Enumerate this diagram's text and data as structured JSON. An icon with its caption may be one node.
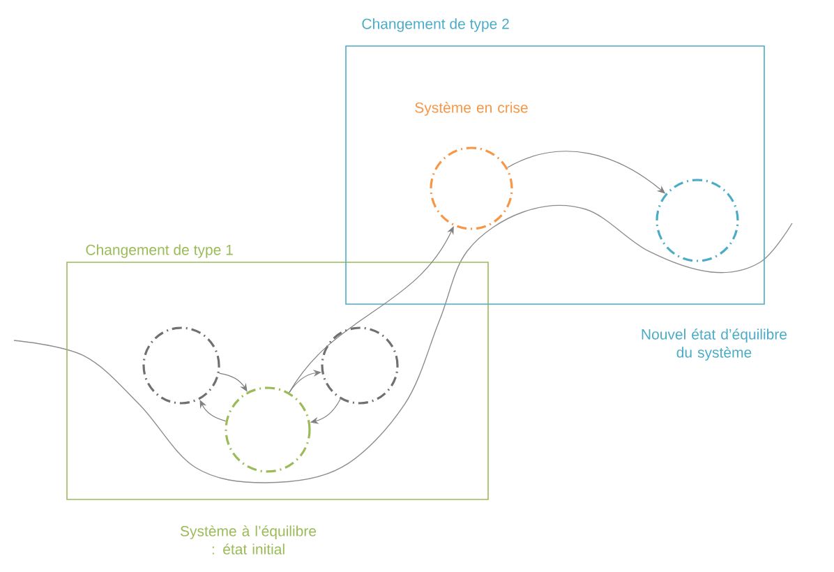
{
  "diagram": {
    "nodes": [
      {
        "text": [
          "Changement de type 1"
        ]
      },
      {
        "text": [
          "Changement de type 2"
        ]
      },
      {
        "text": [],
        "shape": "circle",
        "in": 0
      },
      {
        "text": [],
        "shape": "circle",
        "in": 0,
        "beside": [
          "Système à l’équilibre : état initial"
        ]
      },
      {
        "text": [],
        "shape": "circle",
        "in": 0
      },
      {
        "text": [],
        "shape": "circle",
        "in": 1,
        "beside": [
          "Système en crise"
        ]
      },
      {
        "text": [],
        "shape": "circle",
        "in": 1
      }
    ],
    "labels": [
      "Nouvel état d’équilibre du système"
    ],
    "edges": [
      {
        "from": 2,
        "to": 3,
        "arrow": "to"
      },
      {
        "from": 3,
        "to": 2,
        "arrow": "to"
      },
      {
        "from": 4,
        "to": 3,
        "arrow": "to"
      },
      {
        "from": 3,
        "to": 4,
        "arrow": "to"
      },
      {
        "from": 3,
        "to": 5,
        "arrow": "to"
      },
      {
        "from": 5,
        "to": 6,
        "arrow": "to"
      }
    ]
  }
}
